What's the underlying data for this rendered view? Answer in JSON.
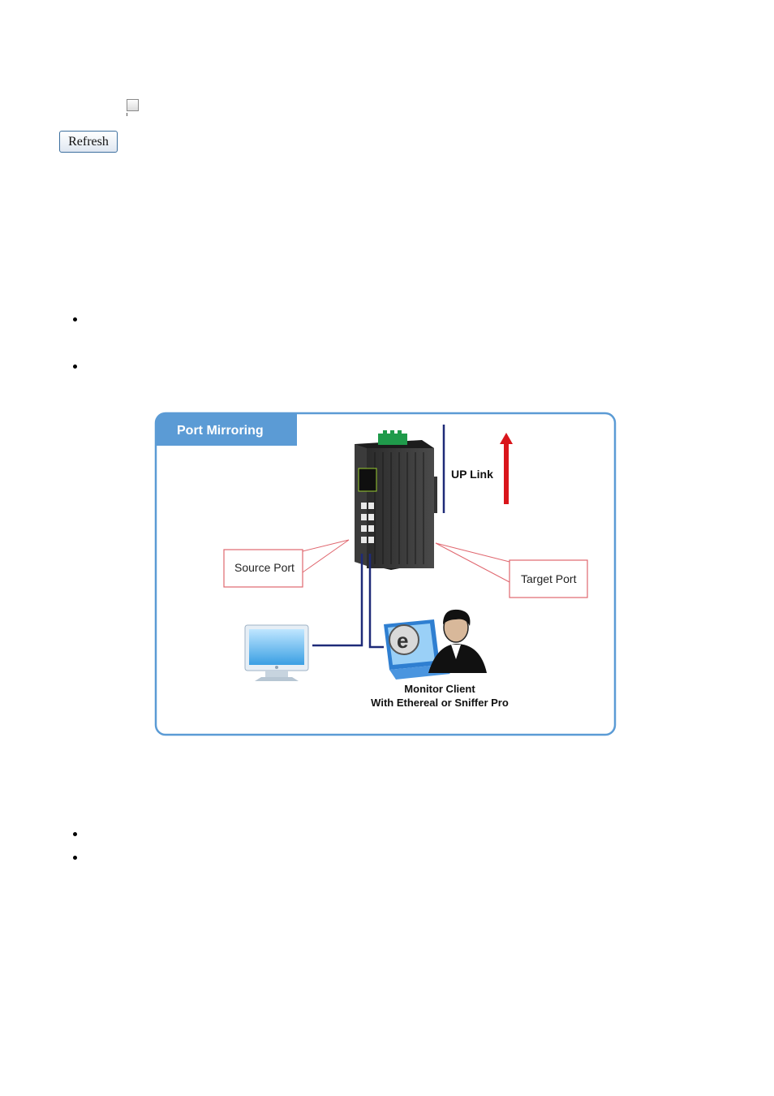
{
  "form": {
    "refresh_label": "Refresh",
    "checkbox_checked": false
  },
  "figure": {
    "header_title": "Port Mirroring",
    "uplink_label": "UP Link",
    "source_port_label": "Source Port",
    "target_port_label": "Target Port",
    "monitor_client_line1": "Monitor Client",
    "monitor_client_line2": "With Ethereal or Sniffer Pro",
    "colors": {
      "frame": "#5b9bd5",
      "header_bg": "#5b9bd5",
      "callout": "#e0676f",
      "uplink_arrow": "#d9151b",
      "cable": "#1e2a78"
    }
  }
}
